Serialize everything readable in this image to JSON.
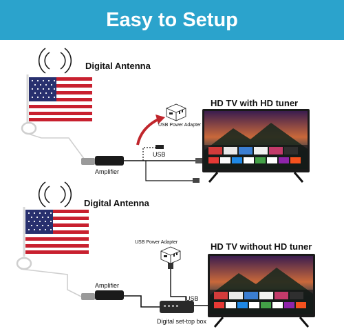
{
  "title": "Easy to Setup",
  "top": {
    "antenna_label": "Digital Antenna",
    "tv_label": "HD TV  with HD tuner",
    "adapter_label": "USB Power Adapter",
    "usb_label": "USB",
    "amplifier_label": "Amplifier"
  },
  "bottom": {
    "antenna_label": "Digital Antenna",
    "tv_label": "HD TV  without HD tuner",
    "adapter_label": "USB Power Adapter",
    "usb_label": "USB",
    "amplifier_label": "Amplifier",
    "stb_label": "Digital set-top box"
  },
  "colors": {
    "banner": "#2ba3cc",
    "flag_red": "#c8202f",
    "flag_blue": "#28306e",
    "arrow_red": "#c0262c"
  },
  "icons": [
    "antenna-signal-icon",
    "us-flag-icon",
    "power-adapter-icon",
    "amplifier-icon",
    "tv-icon",
    "set-top-box-icon"
  ]
}
